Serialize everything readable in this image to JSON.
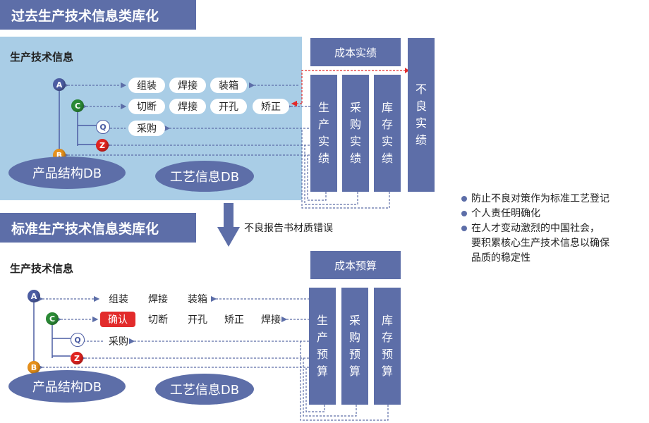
{
  "top": {
    "banner": "过去生产技术信息类库化",
    "section_title": "生产技术信息",
    "nodes": {
      "a": "A",
      "c": "C",
      "q": "Q",
      "z": "Z",
      "b": "B"
    },
    "row_a": [
      "组装",
      "焊接",
      "装箱"
    ],
    "row_c": [
      "切断",
      "焊接",
      "开孔",
      "矫正"
    ],
    "row_q": [
      "采购"
    ],
    "db_product": "产品结构DB",
    "db_process": "工艺信息DB",
    "cost_box": "成本实绩",
    "v_boxes": [
      [
        "生",
        "产",
        "实",
        "绩"
      ],
      [
        "采",
        "购",
        "实",
        "绩"
      ],
      [
        "库",
        "存",
        "实",
        "绩"
      ]
    ],
    "defect_box": [
      "不",
      "良",
      "实",
      "绩"
    ]
  },
  "middle_note": "不良报告书材质错误",
  "bottom": {
    "banner": "标准生产技术信息类库化",
    "section_title": "生产技术信息",
    "nodes": {
      "a": "A",
      "c": "C",
      "q": "Q",
      "z": "Z",
      "b": "B"
    },
    "row_a": [
      "组装",
      "焊接",
      "装箱"
    ],
    "confirm": "确认",
    "row_c": [
      "切断",
      "开孔",
      "矫正",
      "焊接"
    ],
    "row_q": [
      "采购"
    ],
    "db_product": "产品结构DB",
    "db_process": "工艺信息DB",
    "cost_box": "成本预算",
    "v_boxes": [
      [
        "生",
        "产",
        "预",
        "算"
      ],
      [
        "采",
        "购",
        "预",
        "算"
      ],
      [
        "库",
        "存",
        "预",
        "算"
      ]
    ]
  },
  "bullets": [
    "防止不良对策作为标准工艺登记",
    "个人责任明确化",
    "在人才变动激烈的中国社会，",
    "要积累核心生产技术信息以确保",
    "品质的稳定性"
  ],
  "colors": {
    "accent": "#5d6ea8",
    "panel": "#a9cde6",
    "red": "#e22b2b"
  }
}
